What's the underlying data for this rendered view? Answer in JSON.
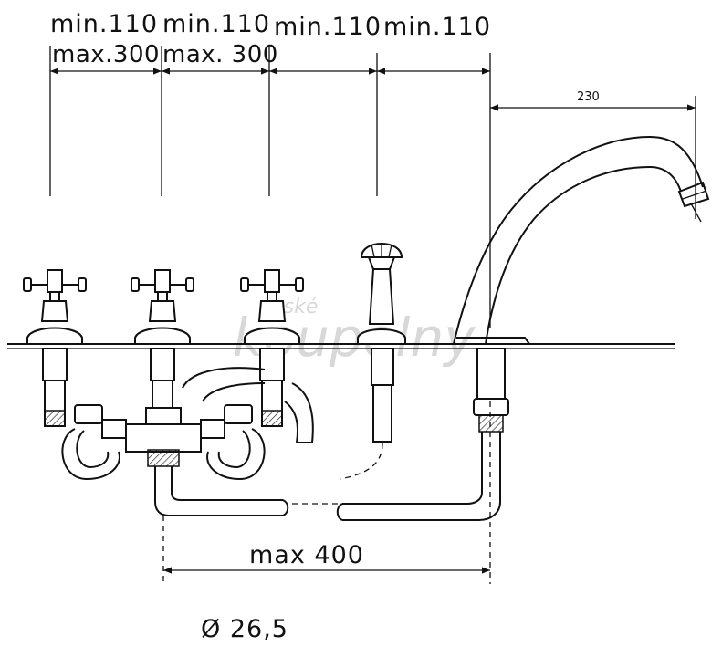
{
  "dimensions": {
    "top_min": [
      "min.110",
      "min.110",
      "min.110",
      "min.110"
    ],
    "top_max": [
      "max.300",
      "max. 300"
    ],
    "spout_reach": "230",
    "bottom_span": "max 400",
    "diameter": "Ø 26,5"
  },
  "watermark": {
    "line1": "české",
    "line2": "koupelny"
  }
}
